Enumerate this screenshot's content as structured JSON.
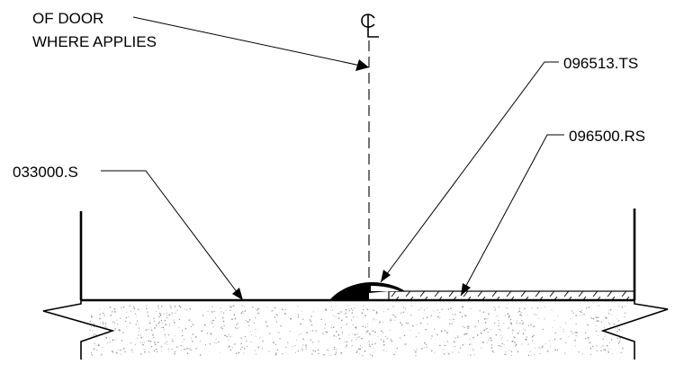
{
  "centerline": {
    "symbol": "CL",
    "note_lines": [
      "OF DOOR",
      "WHERE APPLIES"
    ]
  },
  "callouts": [
    {
      "id": "slab",
      "label": "033000.S"
    },
    {
      "id": "transition-strip",
      "label": "096513.TS"
    },
    {
      "id": "resilient-sheet",
      "label": "096500.RS"
    }
  ],
  "colors": {
    "line": "#000000",
    "concrete_dots": "#9a9a9a",
    "background": "#ffffff"
  }
}
